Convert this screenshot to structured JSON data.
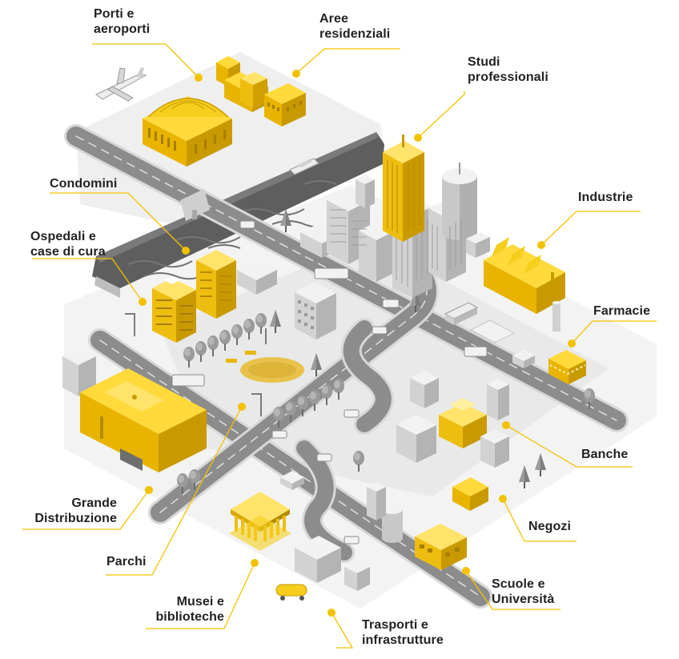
{
  "labels": {
    "porti": "Porti e\naeroporti",
    "aree": "Aree\nresidenziali",
    "studi": "Studi\nprofessionali",
    "industrie": "Industrie",
    "condomini": "Condomini",
    "ospedali": "Ospedali e\ncase di cura",
    "farmacie": "Farmacie",
    "banche": "Banche",
    "negozi": "Negozi",
    "grande": "Grande\nDistribuzione",
    "parchi": "Parchi",
    "musei": "Musei e\nbiblioteche",
    "scuole": "Scuole e\nUniversità",
    "trasporti": "Trasporti e\ninfrastrutture"
  },
  "colors": {
    "accent": "#F2C200",
    "accent_dark": "#C99A00",
    "accent_light": "#FFD84A",
    "road": "#8E8E8E",
    "road_edge": "#D6D6D6",
    "building_top": "#F2F2F2",
    "building_left": "#D2D2D2",
    "building_right": "#B4B4B4",
    "water": "#5C5C5C",
    "text": "#222222"
  }
}
